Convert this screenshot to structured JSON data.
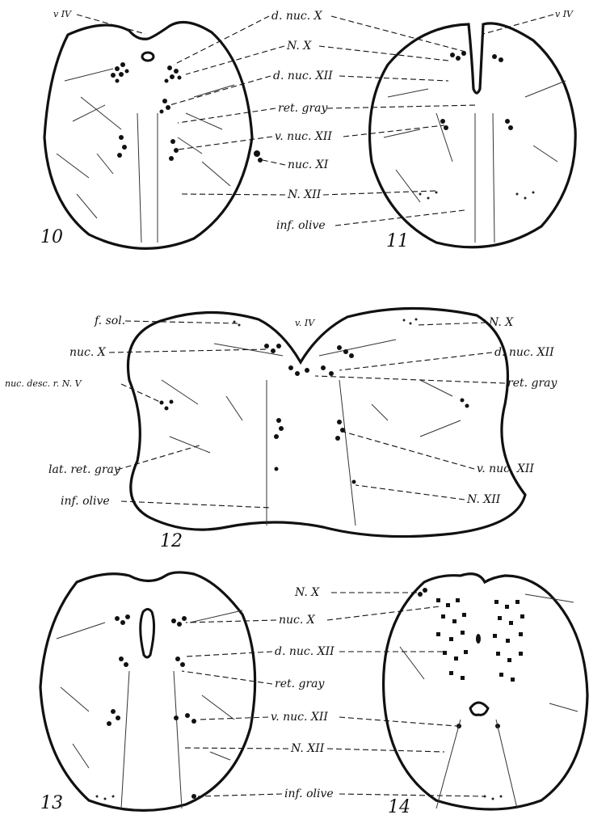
{
  "figure": {
    "panel_numbers": {
      "p10": "10",
      "p11": "11",
      "p12": "12",
      "p13": "13",
      "p14": "14"
    },
    "top": {
      "v_iv_left": "v IV",
      "v_iv_right": "v IV",
      "d_nuc_x": "d. nuc. X",
      "n_x": "N. X",
      "d_nuc_xii": "d. nuc. XII",
      "ret_gray": "ret. gray",
      "v_nuc_xii": "v. nuc. XII",
      "nuc_xi": "nuc. XI",
      "n_xii": "N. XII",
      "inf_olive": "inf. olive"
    },
    "middle": {
      "f_sol": "f. sol.",
      "v_iv": "v. IV",
      "n_x": "N. X",
      "nuc_x": "nuc. X",
      "d_nuc_xii": "d. nuc. XII",
      "nuc_desc_n_v": "nuc. desc. r. N. V",
      "ret_gray": "ret. gray",
      "lat_ret_gray": "lat. ret. gray",
      "v_nuc_xii": "v. nuc. XII",
      "inf_olive": "inf. olive",
      "n_xii": "N. XII"
    },
    "bottom": {
      "n_x": "N. X",
      "nuc_x": "nuc. X",
      "d_nuc_xii": "d. nuc. XII",
      "ret_gray": "ret. gray",
      "v_nuc_xii": "v. nuc. XII",
      "n_xii": "N. XII",
      "inf_olive": "inf. olive"
    }
  }
}
